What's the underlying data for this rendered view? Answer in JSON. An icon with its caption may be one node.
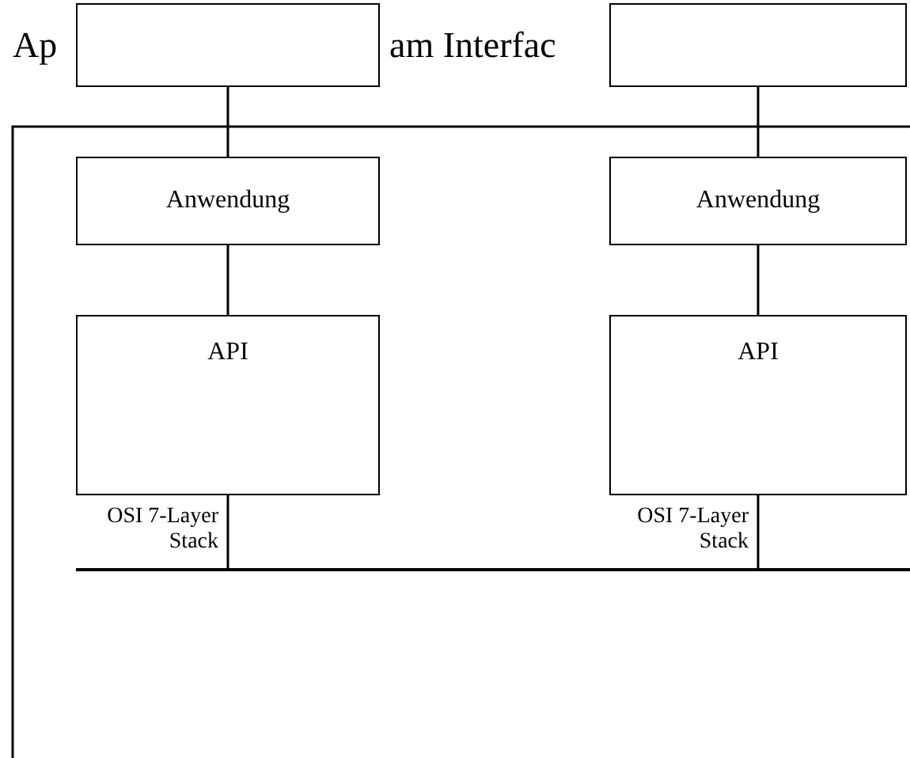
{
  "diagram": {
    "nodes": [
      {
        "text": [],
        "shape": "box"
      },
      {
        "text": [],
        "shape": "box"
      },
      {
        "text": [
          "Anwendung"
        ]
      },
      {
        "text": [
          "Anwendung"
        ]
      },
      {
        "text": [
          "API"
        ],
        "beside": [
          "OSI 7-Layer Stack"
        ]
      },
      {
        "text": [
          "API"
        ],
        "beside": [
          "OSI 7-Layer Stack"
        ]
      },
      {
        "text": [],
        "shape": "bar"
      }
    ],
    "edges": [
      {
        "from": 0,
        "to": 2,
        "arrow": "none"
      },
      {
        "from": 1,
        "to": 3,
        "arrow": "none"
      },
      {
        "from": 2,
        "to": 4,
        "arrow": "none"
      },
      {
        "from": 3,
        "to": 5,
        "arrow": "none"
      },
      {
        "from": 4,
        "to": 6,
        "arrow": "none"
      },
      {
        "from": 5,
        "to": 6,
        "arrow": "none"
      }
    ],
    "labels": [
      "Ap",
      "am Interfac"
    ]
  }
}
